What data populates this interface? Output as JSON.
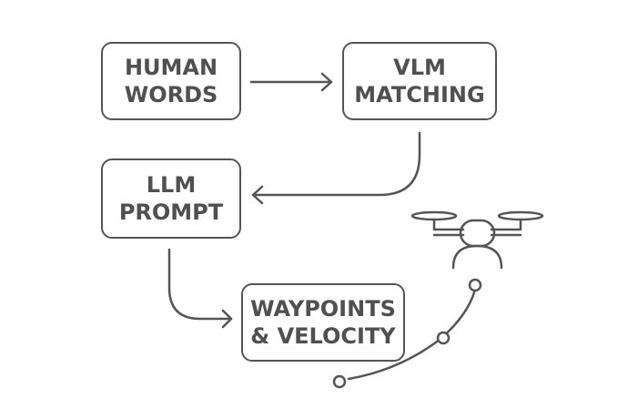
{
  "diagram": {
    "nodes": [
      {
        "id": "human-words",
        "lines": [
          "HUMAN",
          "WORDS"
        ]
      },
      {
        "id": "vlm-matching",
        "lines": [
          "VLM",
          "MATCHING"
        ]
      },
      {
        "id": "llm-prompt",
        "lines": [
          "LLM",
          "PROMPT"
        ]
      },
      {
        "id": "waypoints-velocity",
        "lines": [
          "WAYPOINTS",
          "& VELOCITY"
        ]
      }
    ],
    "edges": [
      {
        "from": "human-words",
        "to": "vlm-matching"
      },
      {
        "from": "vlm-matching",
        "to": "llm-prompt"
      },
      {
        "from": "llm-prompt",
        "to": "waypoints-velocity"
      }
    ],
    "icons": [
      "drone-icon",
      "flight-path-icon"
    ],
    "colors": {
      "stroke": "#555555",
      "text": "#505050",
      "background": "#ffffff"
    }
  }
}
